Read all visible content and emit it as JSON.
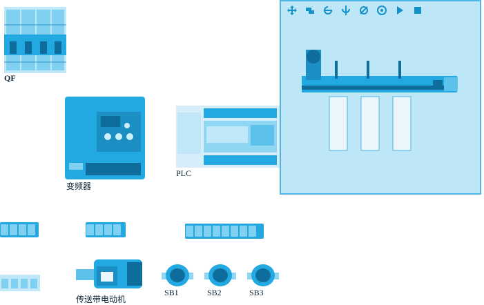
{
  "components": {
    "breaker": {
      "label": "QF",
      "icon": "circuit-breaker-icon"
    },
    "inverter": {
      "label": "变频器",
      "icon": "frequency-inverter-icon"
    },
    "plc": {
      "label": "PLC",
      "icon": "plc-icon"
    },
    "motor": {
      "label": "传送带电动机",
      "icon": "conveyor-motor-icon"
    },
    "buttons": [
      {
        "label": "SB1",
        "icon": "push-button-icon"
      },
      {
        "label": "SB2",
        "icon": "push-button-icon"
      },
      {
        "label": "SB3",
        "icon": "push-button-icon"
      }
    ]
  },
  "viewer": {
    "toolbar": [
      {
        "name": "move-icon"
      },
      {
        "name": "pan-icon"
      },
      {
        "name": "rotate-horizontal-icon"
      },
      {
        "name": "rotate-vertical-icon"
      },
      {
        "name": "rotate-free-icon"
      },
      {
        "name": "reset-icon"
      },
      {
        "name": "play-icon"
      },
      {
        "name": "stop-icon"
      }
    ],
    "model": "conveyor-sorting-model"
  },
  "colors": {
    "accent": "#23a9e1",
    "panel": "#bde6f7",
    "panel_border": "#4fb6e4"
  }
}
